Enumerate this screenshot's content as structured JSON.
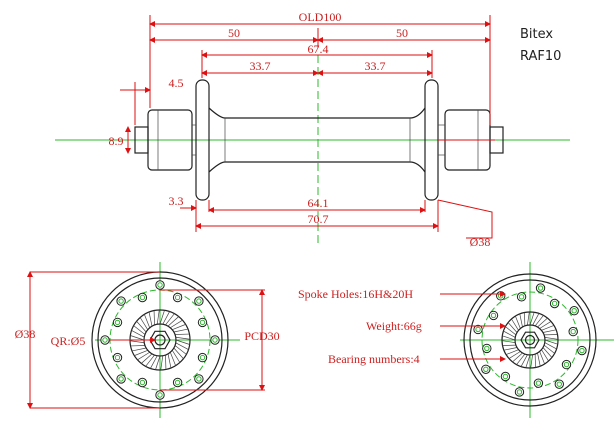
{
  "brand": {
    "name": "Bitex",
    "model": "RAF10"
  },
  "side_view": {
    "old_label": "OLD100",
    "half_left": "50",
    "half_right": "50",
    "flange_span": "67.4",
    "flange_left": "33.7",
    "flange_right": "33.7",
    "endcap_offset": "4.5",
    "axle_dia": "8.9",
    "flange_thick": "3.3",
    "shell_len": "64.1",
    "overall_len": "70.7",
    "flange_dia": "Ø38"
  },
  "left_end_view": {
    "diameter": "Ø38",
    "qr": "QR:Ø5",
    "pcd": "PCD30"
  },
  "specs": {
    "spoke_holes": "Spoke Holes:16H&20H",
    "weight": "Weight:66g",
    "bearings": "Bearing numbers:4"
  },
  "colors": {
    "dimension": "#cc1f1f",
    "centerline": "#2bb82b",
    "outline": "#222222"
  }
}
